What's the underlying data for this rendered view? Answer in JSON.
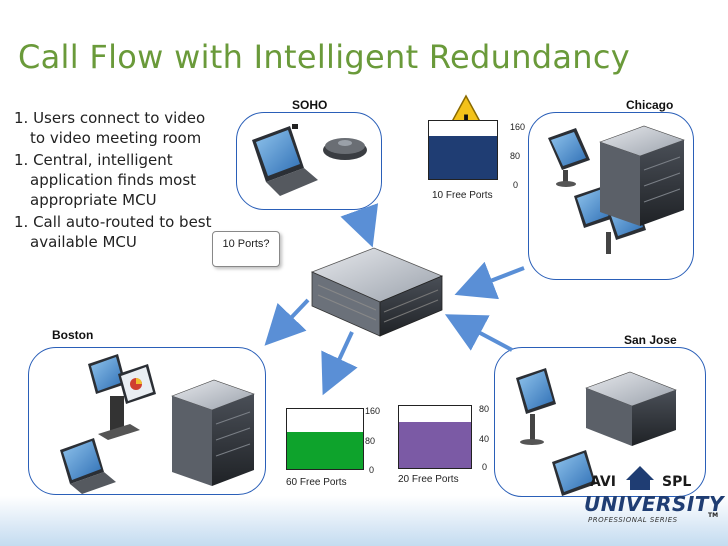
{
  "title": "Call Flow with Intelligent Redundancy",
  "bullets": [
    "1. Users connect to video to video meeting room",
    "1. Central, intelligent application finds most appropriate MCU",
    "1. Call auto-routed to best available MCU"
  ],
  "sites": {
    "soho": "SOHO",
    "chicago": "Chicago",
    "boston": "Boston",
    "sanjose": "San Jose"
  },
  "callout": "10 Ports?",
  "warning_symbol": "!",
  "gauges": {
    "chicago": {
      "caption": "10 Free Ports",
      "ticks": [
        "160",
        "80",
        "0"
      ],
      "level": 0.75,
      "color": "#1f3d73"
    },
    "boston_a": {
      "caption": "60 Free Ports",
      "ticks": [
        "160",
        "80",
        "0"
      ],
      "level": 0.62,
      "color": "#0ea32c"
    },
    "boston_b": {
      "caption": "20 Free Ports",
      "ticks": [
        "80",
        "40",
        "0"
      ],
      "level": 0.75,
      "color": "#7b5aa5"
    }
  },
  "logo": {
    "left": "AVI",
    "right": "SPL",
    "main": "UNIVERSITY",
    "sub": "PROFESSIONAL SERIES",
    "tm": "TM"
  },
  "colors": {
    "title": "#6a9a3a",
    "site_border": "#2a5fb8",
    "arrow": "#5a8fd6"
  }
}
